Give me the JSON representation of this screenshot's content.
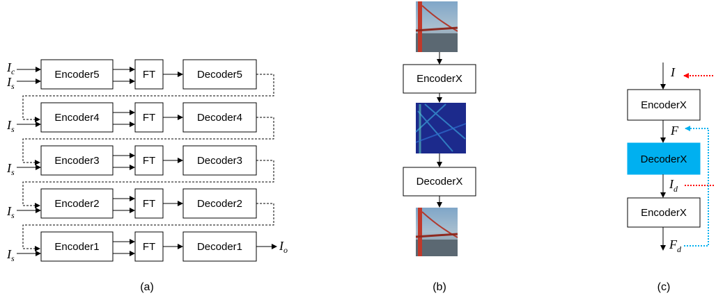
{
  "panel_a": {
    "caption": "(a)",
    "rows": [
      {
        "inputs": [
          "I_c",
          "I_s"
        ],
        "encoder": "Encoder5",
        "ft": "FT",
        "decoder": "Decoder5"
      },
      {
        "inputs": [
          "I_s"
        ],
        "encoder": "Encoder4",
        "ft": "FT",
        "decoder": "Decoder4"
      },
      {
        "inputs": [
          "I_s"
        ],
        "encoder": "Encoder3",
        "ft": "FT",
        "decoder": "Decoder3"
      },
      {
        "inputs": [
          "I_s"
        ],
        "encoder": "Encoder2",
        "ft": "FT",
        "decoder": "Decoder2"
      },
      {
        "inputs": [
          "I_s"
        ],
        "encoder": "Encoder1",
        "ft": "FT",
        "decoder": "Decoder1"
      }
    ],
    "output_base": "I",
    "output_sub": "o"
  },
  "panel_b": {
    "caption": "(b)",
    "encoder": "EncoderX",
    "decoder": "DecoderX"
  },
  "panel_c": {
    "caption": "(c)",
    "encoder_top": "EncoderX",
    "decoder": "DecoderX",
    "encoder_bottom": "EncoderX",
    "I_label": "I",
    "F_label": "F",
    "Id_base": "I",
    "Id_sub": "d",
    "Fd_base": "F",
    "Fd_sub": "d"
  },
  "colors": {
    "highlight": "#00b0f0",
    "red": "#ff0000",
    "blue": "#00b0f0"
  }
}
